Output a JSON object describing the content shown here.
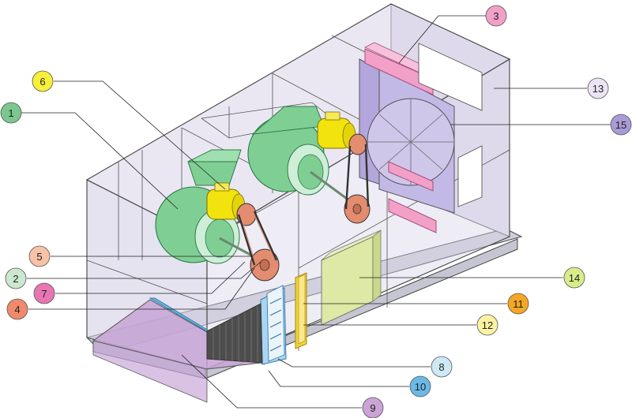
{
  "callouts": [
    {
      "id": "c1",
      "label": "1",
      "color": "#7cc68f"
    },
    {
      "id": "c2",
      "label": "2",
      "color": "#cbe8cf"
    },
    {
      "id": "c3",
      "label": "3",
      "color": "#f2a0c8"
    },
    {
      "id": "c4",
      "label": "4",
      "color": "#f08a6a"
    },
    {
      "id": "c5",
      "label": "5",
      "color": "#f7c2a8"
    },
    {
      "id": "c6",
      "label": "6",
      "color": "#f7ef3a"
    },
    {
      "id": "c7",
      "label": "7",
      "color": "#e876b3"
    },
    {
      "id": "c8",
      "label": "8",
      "color": "#cfe8f5"
    },
    {
      "id": "c9",
      "label": "9",
      "color": "#c9a4d4"
    },
    {
      "id": "c10",
      "label": "10",
      "color": "#6ab9e6"
    },
    {
      "id": "c11",
      "label": "11",
      "color": "#f5a623"
    },
    {
      "id": "c12",
      "label": "12",
      "color": "#fbf3a3"
    },
    {
      "id": "c13",
      "label": "13",
      "color": "#ece4f4"
    },
    {
      "id": "c14",
      "label": "14",
      "color": "#d9ec8a"
    },
    {
      "id": "c15",
      "label": "15",
      "color": "#a99bd6"
    }
  ],
  "colors": {
    "housing": "#dcd8ea",
    "floor": "#b59ad0",
    "fan": "#7fcf95",
    "motor": "#f2e20e",
    "filter": "#f0d23a",
    "coil": "#4a4a4a",
    "coil_frame": "#8cc6ea",
    "damper": "#b2a6dc",
    "damper_blade": "#f2a0c8",
    "control_box": "#dde9a4",
    "pulley": "#e48c70"
  }
}
